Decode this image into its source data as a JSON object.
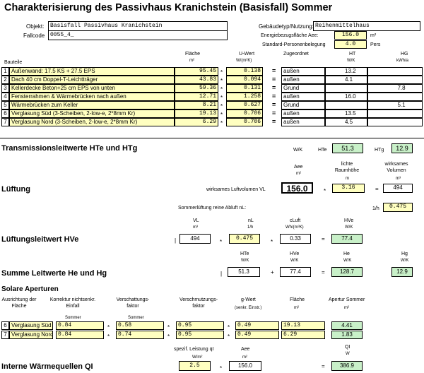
{
  "title": "Charakterisierung des Passivhaus Kranichstein (Basisfall) Sommer",
  "header": {
    "objekt_label": "Objekt:",
    "objekt_value": "Basisfall Passivhaus Kranichstein",
    "fallcode_label": "Fallcode",
    "fallcode_value": "0055_4_",
    "gebaeudetyp_label": "Gebäudetyp/Nutzung:",
    "gebaeudetyp_value": "Reihenmittelhaus",
    "energiebezug_label": "Energiebezugsfläche Aee:",
    "energiebezug_value": "156.0",
    "energiebezug_unit": "m²",
    "personen_label": "Standard-Personenbelegung",
    "personen_value": "4.0",
    "personen_unit": "Pers"
  },
  "components": {
    "headers": {
      "bauteile": "Bauteile",
      "flaeche": "Fläche",
      "flaeche_unit": "m²",
      "uwert": "U-Wert",
      "uwert_unit": "W/(m²K)",
      "zugeordnet": "Zugeordnet",
      "ht": "HT",
      "ht_unit": "W/K",
      "hg": "HG",
      "hg_unit": "kWh/a"
    },
    "rows": [
      {
        "no": "1",
        "name": "Außenwand: 17.5 KS + 27.5 EPS",
        "area": "95.45",
        "op": "*",
        "u": "0.138",
        "eq": "=",
        "assign": "außen",
        "ht": "13.2",
        "hg": ""
      },
      {
        "no": "2",
        "name": "Dach 40 cm Doppel-T-Leichtträger",
        "area": "43.83",
        "op": "*",
        "u": "0.094",
        "eq": "=",
        "assign": "außen",
        "ht": "4.1",
        "hg": ""
      },
      {
        "no": "3",
        "name": "Kellerdecke Beton+25 cm EPS von unten",
        "area": "59.36",
        "op": "*",
        "u": "0.131",
        "eq": "=",
        "assign": "Grund",
        "ht": "",
        "hg": "7.8"
      },
      {
        "no": "4",
        "name": "Fensterrahmen & Wärmebrücken nach außen",
        "area": "12.71",
        "op": "*",
        "u": "1.258",
        "eq": "=",
        "assign": "außen",
        "ht": "16.0",
        "hg": ""
      },
      {
        "no": "5",
        "name": "Wärmebrücken zum Keller",
        "area": "8.21",
        "op": "*",
        "u": "0.627",
        "eq": "=",
        "assign": "Grund",
        "ht": "",
        "hg": "5.1"
      },
      {
        "no": "6",
        "name": "Verglasung Süd (3-Scheiben, 2-low-e, 2*8mm Kr)",
        "area": "19.13",
        "op": "*",
        "u": "0.706",
        "eq": "=",
        "assign": "außen",
        "ht": "13.5",
        "hg": ""
      },
      {
        "no": "7",
        "name": "Verglasung Nord (3-Scheiben, 2-low-e, 2*8mm Kr)",
        "area": "6.29",
        "op": "*",
        "u": "0.706",
        "eq": "=",
        "assign": "außen",
        "ht": "4.5",
        "hg": ""
      }
    ]
  },
  "transmission": {
    "title": "Transmissionsleitwerte HTe und HTg",
    "unit": "W/K",
    "hte_label": "HTe",
    "hte_value": "51.3",
    "htg_label": "HTg",
    "htg_value": "12.9"
  },
  "lueftung": {
    "title": "Lüftung",
    "aee_label": "Aee",
    "aee_unit": "m²",
    "aee_value": "156.0",
    "raumhoehe_label": "lichte Raumhöhe",
    "raumhoehe_unit": "m",
    "raumhoehe_value": "3.16",
    "wirksam_label": "wirksames Volumen",
    "wirksam_unit": "m³",
    "volumen_text": "wirksames Luftvolumen VL",
    "volumen_value": "494",
    "sommer_label": "Sommerlüftung reine Abluft nL:",
    "sommer_unit": "1/h",
    "sommer_value": "0.475",
    "op_mul": "*",
    "op_eq": "="
  },
  "leitwert": {
    "title": "Lüftungsleitwert HVe",
    "vl_label": "VL",
    "vl_unit": "m³",
    "vl_value": "494",
    "nl_label": "nL",
    "nl_unit": "1/h",
    "nl_value": "0.475",
    "cluft_label": "cLuft",
    "cluft_unit": "Wh/(m³K)",
    "cluft_value": "0.33",
    "hv_label": "HVe",
    "hv_unit": "W/K",
    "hv_value": "77.4"
  },
  "summe": {
    "title": "Summe Leitwerte He und Hg",
    "hte_label": "HTe",
    "hte_unit": "W/K",
    "hte_value": "51.3",
    "hve_label": "HVe",
    "hve_unit": "W/K",
    "hve_value": "77.4",
    "he_label": "He",
    "he_unit": "W/K",
    "he_value": "128.7",
    "hg_label": "Hg",
    "hg_unit": "W/K",
    "hg_value": "12.9"
  },
  "solar": {
    "title": "Solare Aperturen",
    "headers": {
      "ausrichtung": "Ausrichtung der Fläche",
      "korrektur": "Korrektur nichtsenkr. Einfall",
      "korrektur_sub": "Sommer",
      "verschattung": "Verschattungs-faktor",
      "verschattung_sub": "Sommer",
      "verschmutzung": "Verschmutzungs-faktor",
      "gwert": "g-Wert",
      "gwert_sub": "(senkr. Einstr.)",
      "flaeche": "Fläche",
      "flaeche_unit": "m²",
      "apertur": "Apertur Sommer",
      "apertur_unit": "m²"
    },
    "rows": [
      {
        "no": "6",
        "name": "Verglasung Süd",
        "korr": "0.84",
        "vers": "0.58",
        "vsm": "0.95",
        "g": "0.49",
        "area": "19.13",
        "apertur": "4.41"
      },
      {
        "no": "7",
        "name": "Verglasung Nord",
        "korr": "0.84",
        "vers": "0.74",
        "vsm": "0.95",
        "g": "0.49",
        "area": "6.29",
        "apertur": "1.83"
      }
    ]
  },
  "intern": {
    "title": "Interne Wärmequellen QI",
    "spez_label": "spezif. Leistung qI",
    "spez_unit": "W/m²",
    "spez_value": "2.5",
    "aee_label": "Aee",
    "aee_unit": "m²",
    "aee_value": "156.0",
    "qi_label": "QI",
    "qi_unit": "W",
    "qi_value": "386.9"
  },
  "colors": {
    "input_yellow": "#ffffc0",
    "result_green": "#c8f0c8"
  }
}
